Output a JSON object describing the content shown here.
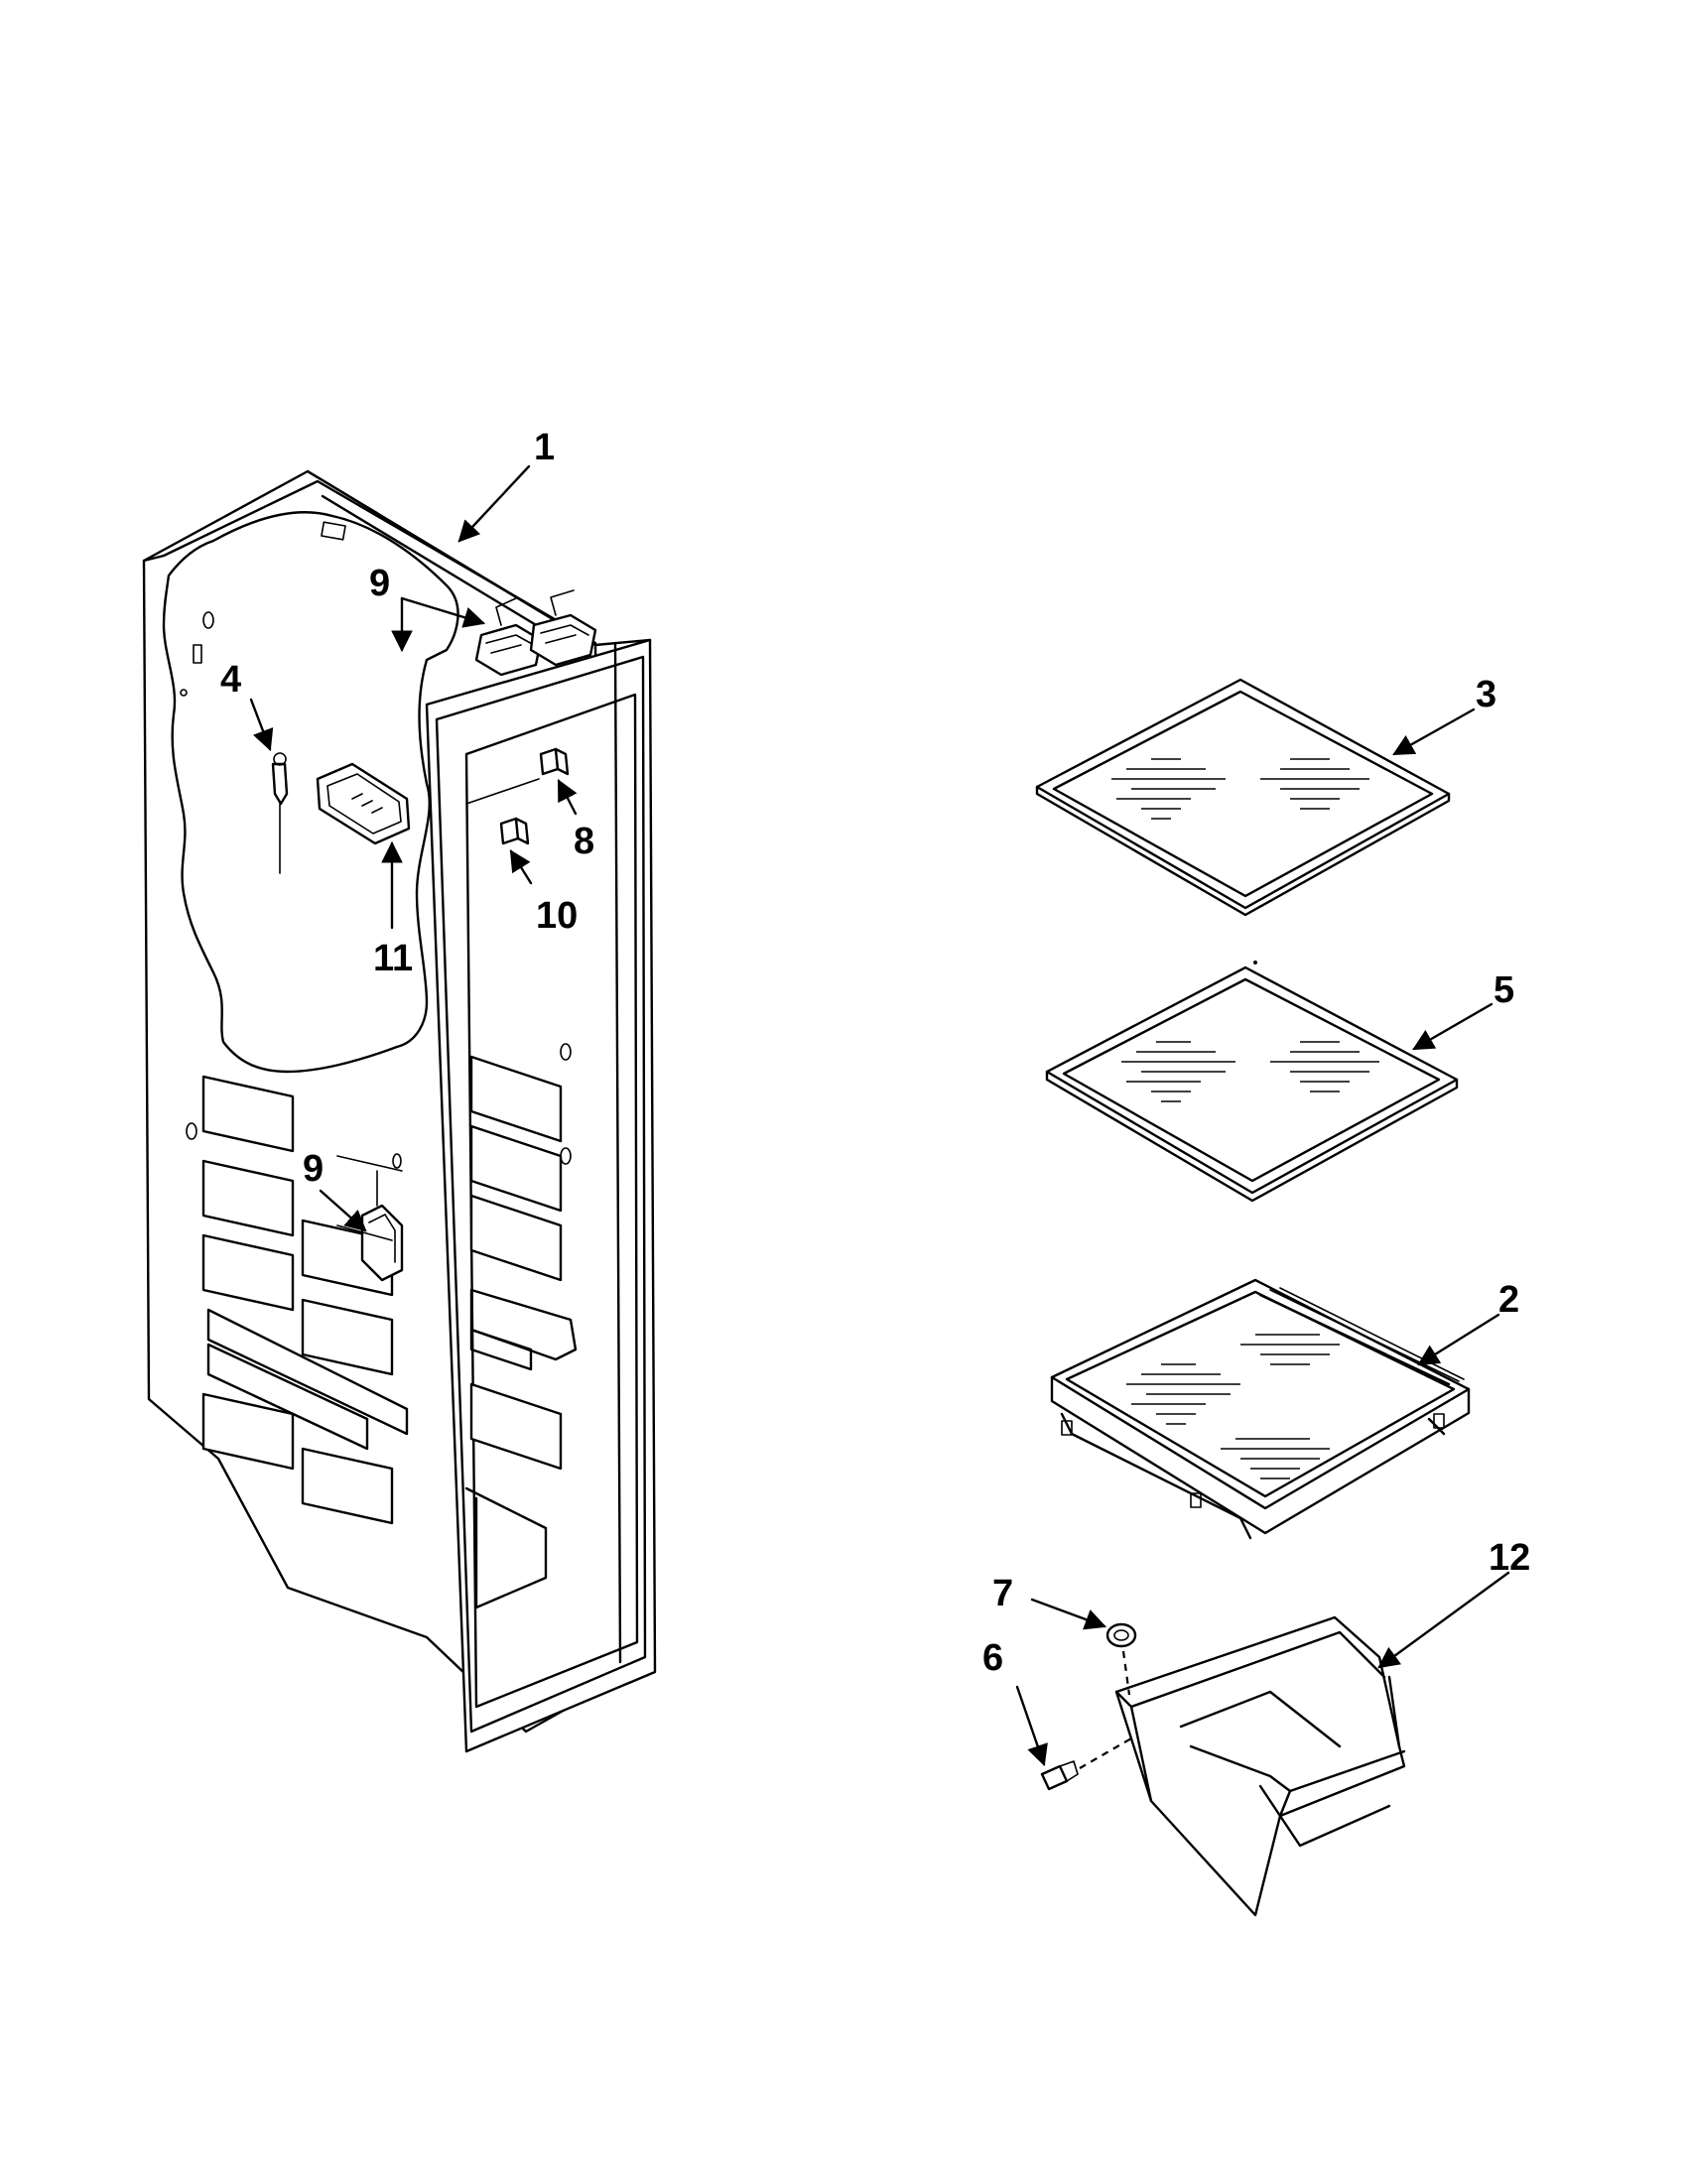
{
  "callouts": {
    "c1": "1",
    "c9a": "9",
    "c4": "4",
    "c11": "11",
    "c8": "8",
    "c10": "10",
    "c9b": "9",
    "c3": "3",
    "c5": "5",
    "c2": "2",
    "c7": "7",
    "c6": "6",
    "c12": "12"
  }
}
